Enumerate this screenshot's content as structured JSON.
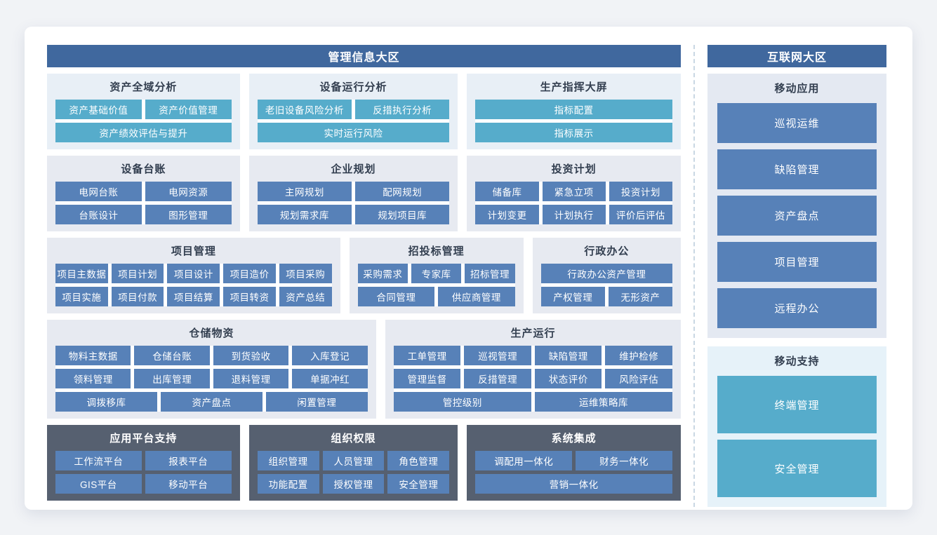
{
  "left_zone": {
    "title": "管理信息大区"
  },
  "right_zone": {
    "title": "互联网大区"
  },
  "colors": {
    "header_bg": "#40689E",
    "button_teal": "#56ACCB",
    "button_blue": "#5781B8",
    "panel_dark": "#566070",
    "panel_light_gray": "#E7EAF1",
    "panel_light_blue": "#E8EFF6",
    "title_text": "#333F50",
    "divider": "#C9D7E3"
  },
  "left_rows": [
    {
      "panels": [
        {
          "title": "资产全域分析",
          "variant": "light-blue",
          "button_color": "teal",
          "button_rows": [
            [
              "资产基础价值",
              "资产价值管理"
            ],
            [
              "资产绩效评估与提升"
            ]
          ]
        },
        {
          "title": "设备运行分析",
          "variant": "light-blue",
          "button_color": "teal",
          "button_rows": [
            [
              "老旧设备风险分析",
              "反措执行分析"
            ],
            [
              "实时运行风险"
            ]
          ]
        },
        {
          "title": "生产指挥大屏",
          "variant": "light-blue",
          "button_color": "teal",
          "button_rows": [
            [
              "指标配置"
            ],
            [
              "指标展示"
            ]
          ]
        }
      ]
    },
    {
      "panels": [
        {
          "title": "设备台账",
          "variant": "light-gray",
          "button_color": "blue",
          "button_rows": [
            [
              "电网台账",
              "电网资源"
            ],
            [
              "台账设计",
              "图形管理"
            ]
          ]
        },
        {
          "title": "企业规划",
          "variant": "light-gray",
          "button_color": "blue",
          "button_rows": [
            [
              "主网规划",
              "配网规划"
            ],
            [
              "规划需求库",
              "规划项目库"
            ]
          ]
        },
        {
          "title": "投资计划",
          "variant": "light-gray",
          "button_color": "blue",
          "button_rows": [
            [
              "储备库",
              "紧急立项",
              "投资计划"
            ],
            [
              "计划变更",
              "计划执行",
              "评价后评估"
            ]
          ]
        }
      ]
    },
    {
      "panels": [
        {
          "title": "项目管理",
          "variant": "light-gray",
          "button_color": "blue",
          "button_rows": [
            [
              "项目主数据",
              "项目计划",
              "项目设计",
              "项目造价",
              "项目采购"
            ],
            [
              "项目实施",
              "项目付款",
              "项目结算",
              "项目转资",
              "资产总结"
            ]
          ]
        },
        {
          "title": "招投标管理",
          "variant": "light-gray",
          "button_color": "blue",
          "button_rows": [
            [
              "采购需求",
              "专家库",
              "招标管理"
            ],
            [
              "合同管理",
              "供应商管理"
            ]
          ]
        },
        {
          "title": "行政办公",
          "variant": "light-gray",
          "button_color": "blue",
          "button_rows": [
            [
              "行政办公资产管理"
            ],
            [
              "产权管理",
              "无形资产"
            ]
          ]
        }
      ]
    },
    {
      "panels": [
        {
          "title": "仓储物资",
          "variant": "light-gray",
          "button_color": "blue",
          "button_rows": [
            [
              "物料主数据",
              "仓储台账",
              "到货验收",
              "入库登记"
            ],
            [
              "领料管理",
              "出库管理",
              "退料管理",
              "单据冲红"
            ],
            [
              "调拨移库",
              "资产盘点",
              "闲置管理"
            ]
          ]
        },
        {
          "title": "生产运行",
          "variant": "light-gray",
          "button_color": "blue",
          "button_rows": [
            [
              "工单管理",
              "巡视管理",
              "缺陷管理",
              "维护检修"
            ],
            [
              "管理监督",
              "反措管理",
              "状态评价",
              "风险评估"
            ],
            [
              "管控级别",
              "运维策略库"
            ]
          ]
        }
      ]
    },
    {
      "panels": [
        {
          "title": "应用平台支持",
          "variant": "dark",
          "button_color": "blue",
          "button_rows": [
            [
              "工作流平台",
              "报表平台"
            ],
            [
              "GIS平台",
              "移动平台"
            ]
          ]
        },
        {
          "title": "组织权限",
          "variant": "dark",
          "button_color": "blue",
          "button_rows": [
            [
              "组织管理",
              "人员管理",
              "角色管理"
            ],
            [
              "功能配置",
              "授权管理",
              "安全管理"
            ]
          ]
        },
        {
          "title": "系统集成",
          "variant": "dark",
          "button_color": "blue",
          "button_rows": [
            [
              "调配用一体化",
              "财务一体化"
            ],
            [
              "营销一体化"
            ]
          ]
        }
      ]
    }
  ],
  "right_sections": [
    {
      "title": "移动应用",
      "variant": "light-gray",
      "button_color": "blue",
      "buttons": [
        "巡视运维",
        "缺陷管理",
        "资产盘点",
        "项目管理",
        "远程办公"
      ]
    },
    {
      "title": "移动支持",
      "variant": "light-blue",
      "button_color": "teal",
      "buttons": [
        "终端管理",
        "安全管理"
      ]
    }
  ]
}
